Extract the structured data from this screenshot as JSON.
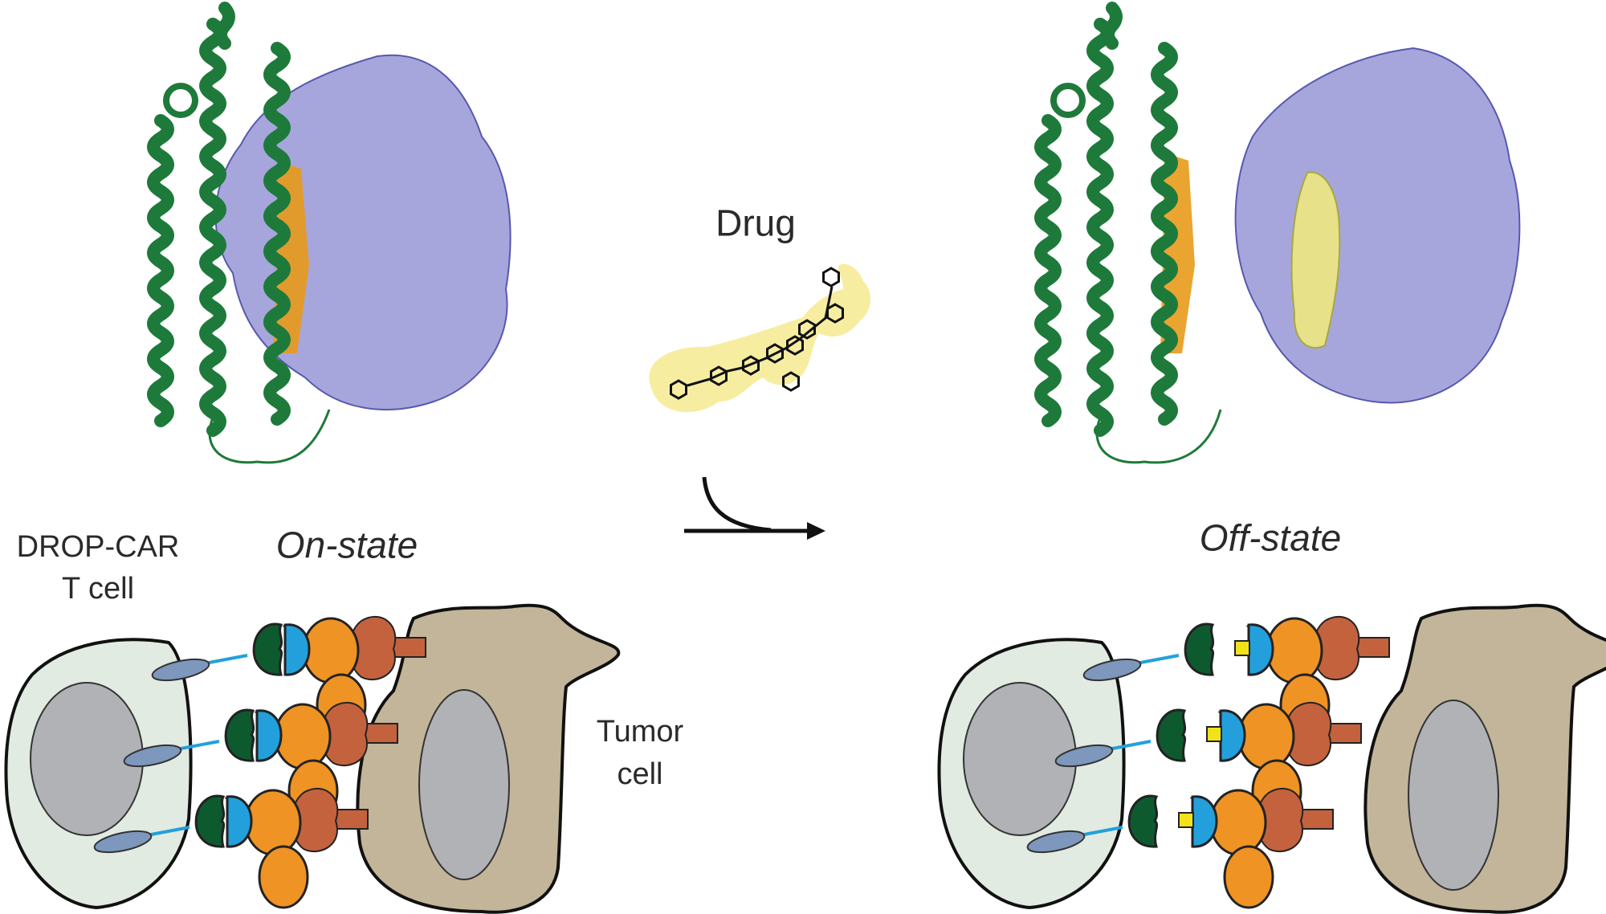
{
  "labels": {
    "drug": "Drug",
    "car_t_cell_line1": "DROP-CAR",
    "car_t_cell_line2": "T cell",
    "on_state": "On-state",
    "off_state": "Off-state",
    "tumor_cell_line1": "Tumor",
    "tumor_cell_line2": "cell"
  },
  "colors": {
    "helix_green": "#1e7a3a",
    "surface_purple": "#6a6ac4",
    "peptide_orange": "#e89a1a",
    "drug_yellow": "#f7eda0",
    "t_cell_fill": "#e1ebe1",
    "nucleus_gray": "#b0b2b6",
    "tumor_fill": "#c2b59a",
    "car_dark_green": "#0d5a2e",
    "car_blue": "#23a0dc",
    "antigen_orange": "#ee9324",
    "receptor_rust": "#c4623e",
    "hinge_gray_blue": "#7d97bd",
    "drug_square": "#f2e21a"
  }
}
